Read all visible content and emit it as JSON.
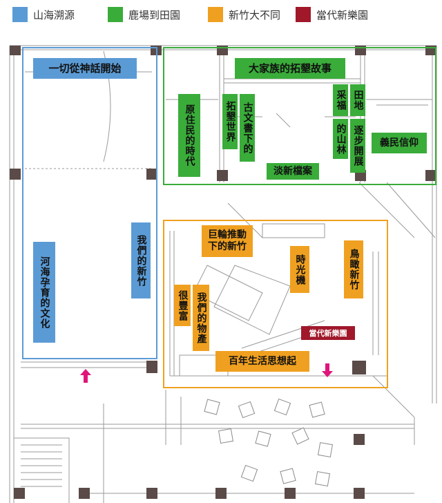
{
  "legend": [
    {
      "label": "山海溯源",
      "color": "#5b9bd5"
    },
    {
      "label": "鹿場到田園",
      "color": "#3aac3a"
    },
    {
      "label": "新竹大不同",
      "color": "#f0a020"
    },
    {
      "label": "當代新樂園",
      "color": "#a0182a"
    }
  ],
  "zones": {
    "blue": {
      "color": "#5b9bd5",
      "labels": {
        "myth": "一切從神話開始",
        "sea": "河海孕育的文化",
        "our_hsinchu": "我們的新竹"
      }
    },
    "green": {
      "color": "#3aac3a",
      "labels": {
        "clan": "大家族的拓墾故事",
        "aboriginal": "原住民的時代",
        "documents_a": "古文書下的",
        "documents_b": "拓墾世界",
        "tamsui": "淡新檔案",
        "fields_a": "田地",
        "fields_b": "采福",
        "fields_c": "逐步開展",
        "fields_d": "的山林",
        "yimin": "義民信仰"
      }
    },
    "orange": {
      "color": "#f0a020",
      "labels": {
        "wheel_a": "巨輪推動",
        "wheel_b": "下的新竹",
        "time_machine": "時光機",
        "birdseye": "鳥瞰新竹",
        "products_a": "我們的物產",
        "products_b": "很豐富",
        "century": "百年生活思想起"
      }
    },
    "contemporary": {
      "color": "#a0182a",
      "label": "當代新樂園"
    }
  }
}
